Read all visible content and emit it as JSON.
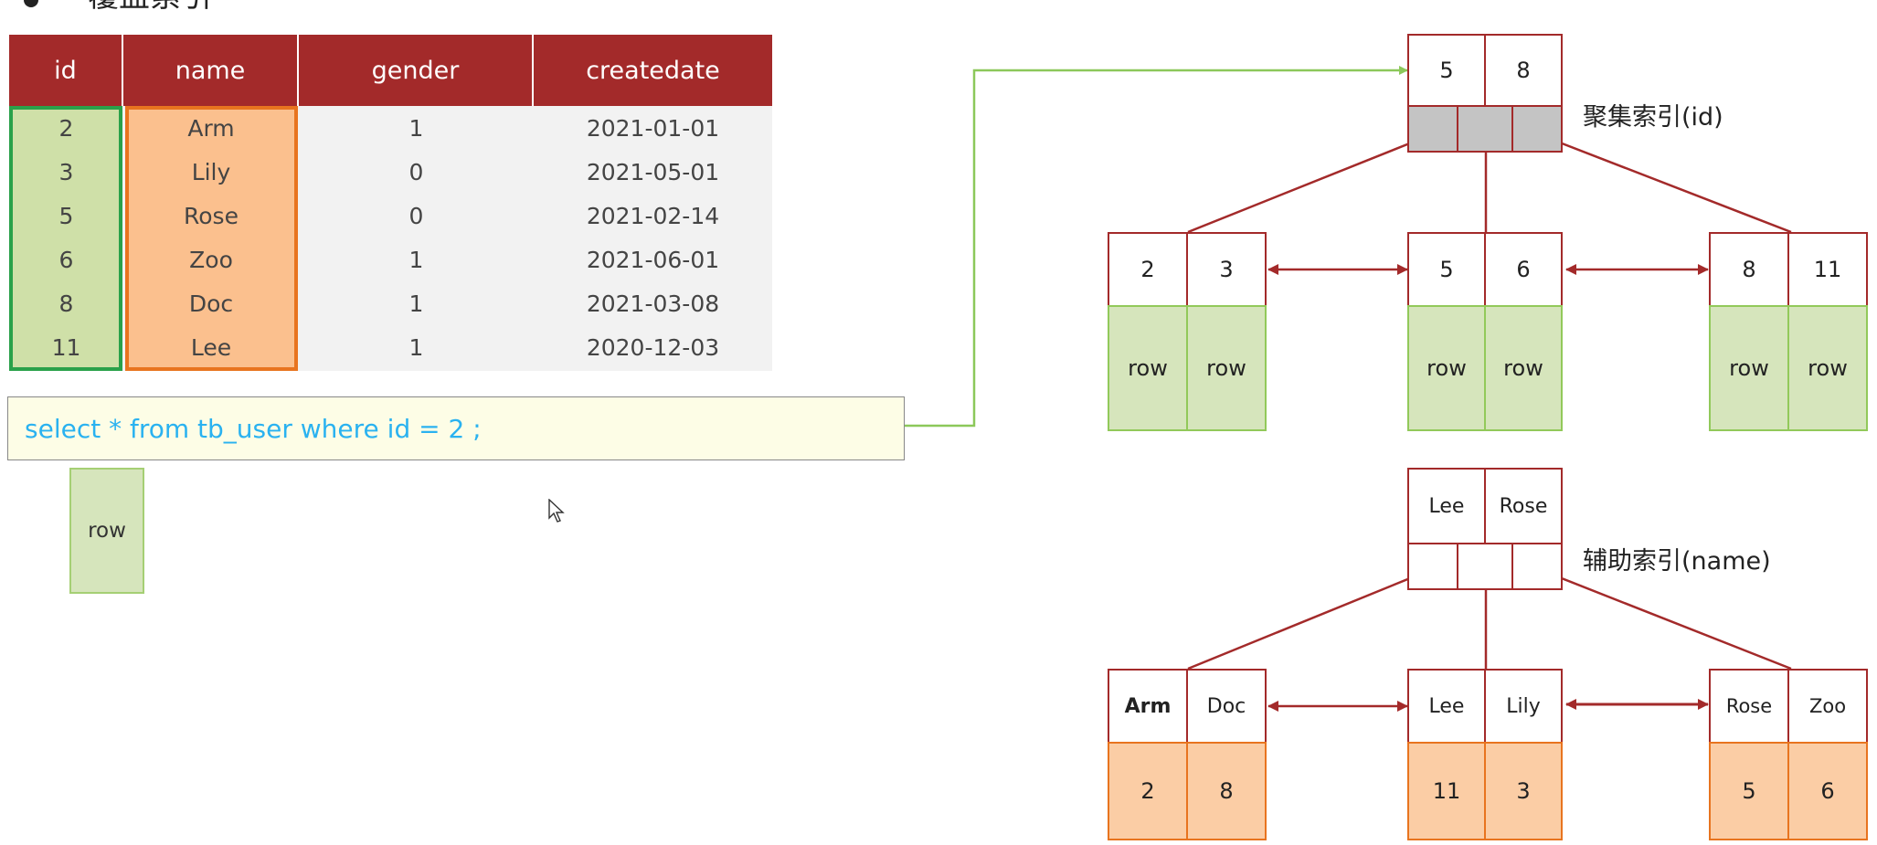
{
  "title": "覆盖索引",
  "table": {
    "headers": [
      "id",
      "name",
      "gender",
      "createdate"
    ],
    "rows": [
      [
        "2",
        "Arm",
        "1",
        "2021-01-01"
      ],
      [
        "3",
        "Lily",
        "0",
        "2021-05-01"
      ],
      [
        "5",
        "Rose",
        "0",
        "2021-02-14"
      ],
      [
        "6",
        "Zoo",
        "1",
        "2021-06-01"
      ],
      [
        "8",
        "Doc",
        "1",
        "2021-03-08"
      ],
      [
        "11",
        "Lee",
        "1",
        "2020-12-03"
      ]
    ]
  },
  "sql": "select * from tb_user where id = 2 ;",
  "result_row_label": "row",
  "clustered_index": {
    "label": "聚集索引(id)",
    "root": [
      "5",
      "8"
    ],
    "leaves": [
      {
        "keys": [
          "2",
          "3"
        ],
        "data": [
          "row",
          "row"
        ]
      },
      {
        "keys": [
          "5",
          "6"
        ],
        "data": [
          "row",
          "row"
        ]
      },
      {
        "keys": [
          "8",
          "11"
        ],
        "data": [
          "row",
          "row"
        ]
      }
    ]
  },
  "secondary_index": {
    "label": "辅助索引(name)",
    "root": [
      "Lee",
      "Rose"
    ],
    "leaves": [
      {
        "keys": [
          "Arm",
          "Doc"
        ],
        "data": [
          "2",
          "8"
        ]
      },
      {
        "keys": [
          "Lee",
          "Lily"
        ],
        "data": [
          "11",
          "3"
        ]
      },
      {
        "keys": [
          "Rose",
          "Zoo"
        ],
        "data": [
          "5",
          "6"
        ]
      }
    ]
  },
  "colors": {
    "header_red": "#a32a2a",
    "green_border": "#2aa14a",
    "orange_border": "#e8741f",
    "sql_text": "#2ab2f0",
    "connector_green": "#8cc85a"
  }
}
